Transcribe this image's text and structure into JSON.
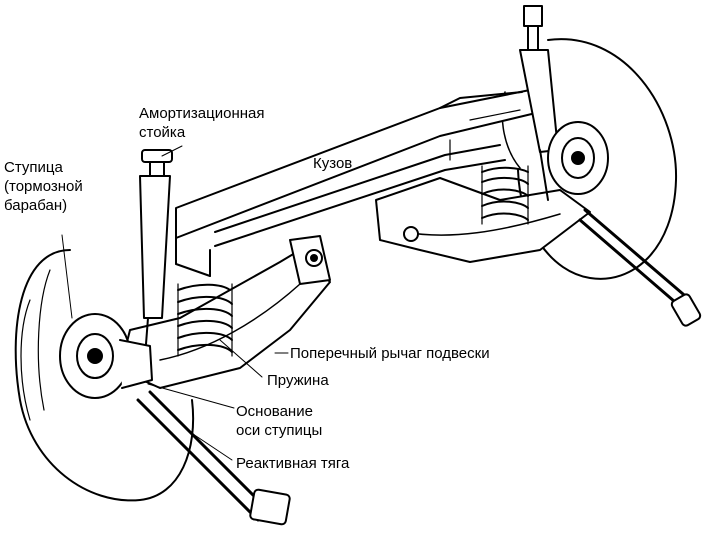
{
  "labels": {
    "hub": [
      "Ступица",
      "(тормозной",
      "барабан)"
    ],
    "strut": [
      "Амортизационная",
      "стойка"
    ],
    "body": "Кузов",
    "arm": "Поперечный рычаг подвески",
    "spring": "Пружина",
    "hub_base": [
      "Основание",
      "оси ступицы"
    ],
    "rod": "Реактивная тяга"
  }
}
